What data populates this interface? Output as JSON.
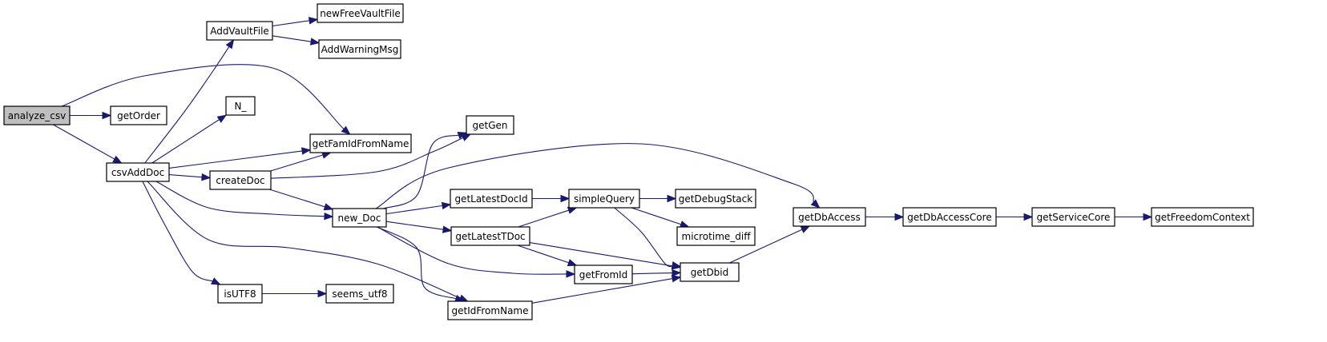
{
  "diagram": {
    "type": "call-graph",
    "nodes": [
      {
        "id": "analyze_csv",
        "label": "analyze_csv",
        "root": true
      },
      {
        "id": "getOrder",
        "label": "getOrder"
      },
      {
        "id": "csvAddDoc",
        "label": "csvAddDoc"
      },
      {
        "id": "AddVaultFile",
        "label": "AddVaultFile"
      },
      {
        "id": "newFreeVaultFile",
        "label": "newFreeVaultFile"
      },
      {
        "id": "AddWarningMsg",
        "label": "AddWarningMsg"
      },
      {
        "id": "N_",
        "label": "N_"
      },
      {
        "id": "getFamIdFromName",
        "label": "getFamIdFromName"
      },
      {
        "id": "createDoc",
        "label": "createDoc"
      },
      {
        "id": "getGen",
        "label": "getGen"
      },
      {
        "id": "new_Doc",
        "label": "new_Doc"
      },
      {
        "id": "getLatestDocId",
        "label": "getLatestDocId"
      },
      {
        "id": "getLatestTDoc",
        "label": "getLatestTDoc"
      },
      {
        "id": "simpleQuery",
        "label": "simpleQuery"
      },
      {
        "id": "getDebugStack",
        "label": "getDebugStack"
      },
      {
        "id": "microtime_diff",
        "label": "microtime_diff"
      },
      {
        "id": "getFromId",
        "label": "getFromId"
      },
      {
        "id": "getDbid",
        "label": "getDbid"
      },
      {
        "id": "getDbAccess",
        "label": "getDbAccess"
      },
      {
        "id": "getDbAccessCore",
        "label": "getDbAccessCore"
      },
      {
        "id": "getServiceCore",
        "label": "getServiceCore"
      },
      {
        "id": "getFreedomContext",
        "label": "getFreedomContext"
      },
      {
        "id": "isUTF8",
        "label": "isUTF8"
      },
      {
        "id": "seems_utf8",
        "label": "seems_utf8"
      },
      {
        "id": "getIdFromName",
        "label": "getIdFromName"
      }
    ],
    "edges": [
      {
        "from": "analyze_csv",
        "to": "getOrder"
      },
      {
        "from": "analyze_csv",
        "to": "csvAddDoc"
      },
      {
        "from": "analyze_csv",
        "to": "getFamIdFromName"
      },
      {
        "from": "csvAddDoc",
        "to": "AddVaultFile"
      },
      {
        "from": "csvAddDoc",
        "to": "N_"
      },
      {
        "from": "csvAddDoc",
        "to": "getFamIdFromName"
      },
      {
        "from": "csvAddDoc",
        "to": "createDoc"
      },
      {
        "from": "csvAddDoc",
        "to": "new_Doc"
      },
      {
        "from": "csvAddDoc",
        "to": "getIdFromName"
      },
      {
        "from": "csvAddDoc",
        "to": "isUTF8"
      },
      {
        "from": "AddVaultFile",
        "to": "newFreeVaultFile"
      },
      {
        "from": "AddVaultFile",
        "to": "AddWarningMsg"
      },
      {
        "from": "createDoc",
        "to": "getFamIdFromName"
      },
      {
        "from": "createDoc",
        "to": "getGen"
      },
      {
        "from": "createDoc",
        "to": "new_Doc"
      },
      {
        "from": "new_Doc",
        "to": "getGen"
      },
      {
        "from": "new_Doc",
        "to": "getDbAccess"
      },
      {
        "from": "new_Doc",
        "to": "getLatestDocId"
      },
      {
        "from": "new_Doc",
        "to": "getLatestTDoc"
      },
      {
        "from": "new_Doc",
        "to": "getFromId"
      },
      {
        "from": "new_Doc",
        "to": "getIdFromName"
      },
      {
        "from": "getLatestDocId",
        "to": "simpleQuery"
      },
      {
        "from": "getLatestTDoc",
        "to": "simpleQuery"
      },
      {
        "from": "getLatestTDoc",
        "to": "getFromId"
      },
      {
        "from": "getLatestTDoc",
        "to": "getDbid"
      },
      {
        "from": "simpleQuery",
        "to": "getDebugStack"
      },
      {
        "from": "simpleQuery",
        "to": "microtime_diff"
      },
      {
        "from": "simpleQuery",
        "to": "getDbid"
      },
      {
        "from": "getFromId",
        "to": "getDbid"
      },
      {
        "from": "getIdFromName",
        "to": "getDbid"
      },
      {
        "from": "getDbid",
        "to": "getDbAccess"
      },
      {
        "from": "getDbAccess",
        "to": "getDbAccessCore"
      },
      {
        "from": "getDbAccessCore",
        "to": "getServiceCore"
      },
      {
        "from": "getServiceCore",
        "to": "getFreedomContext"
      },
      {
        "from": "isUTF8",
        "to": "seems_utf8"
      }
    ],
    "colors": {
      "edge": "#191970",
      "root_fill": "#bfbfbf",
      "node_fill": "#ffffff",
      "node_border": "#000000"
    }
  }
}
